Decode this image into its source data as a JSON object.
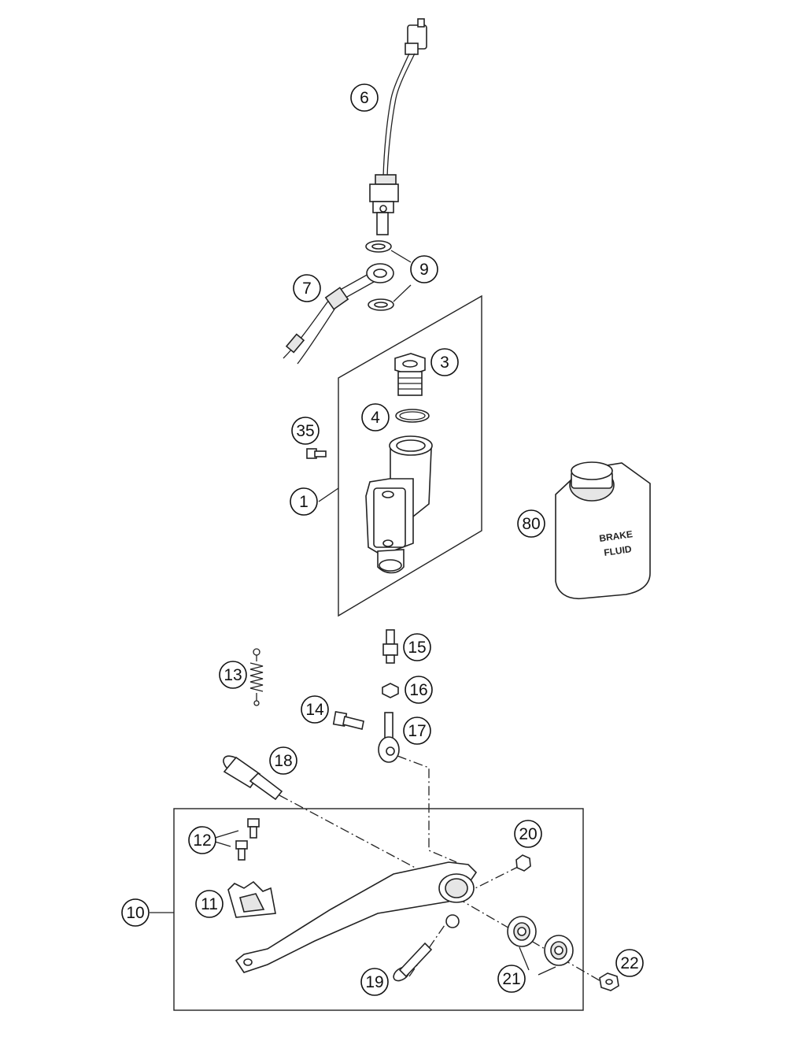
{
  "callouts": [
    "1",
    "3",
    "4",
    "6",
    "7",
    "9",
    "10",
    "11",
    "12",
    "13",
    "14",
    "15",
    "16",
    "17",
    "18",
    "19",
    "20",
    "21",
    "22",
    "35",
    "80"
  ],
  "can_label": {
    "line1": "BRAKE",
    "line2": "FLUID"
  }
}
